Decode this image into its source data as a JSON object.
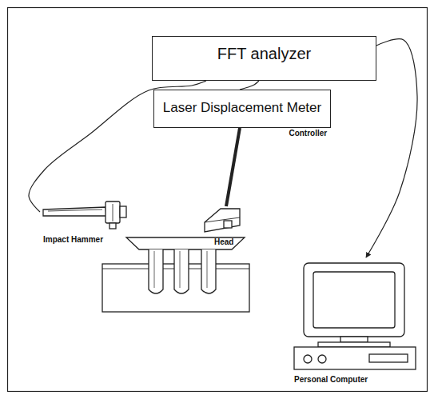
{
  "diagram": {
    "nodes": [
      {
        "text": [
          "FFT analyzer"
        ]
      },
      {
        "text": [
          "Laser Displacement Meter",
          "Controller"
        ]
      },
      {
        "text": [
          "Impact Hammer"
        ]
      },
      {
        "text": [
          "Head"
        ]
      },
      {
        "text": [
          "Personal Computer"
        ]
      }
    ],
    "edges": [
      {
        "from": 0,
        "to": 2,
        "arrow": "none"
      },
      {
        "from": 0,
        "to": 1,
        "arrow": "none"
      },
      {
        "from": 1,
        "to": 3,
        "arrow": "none"
      },
      {
        "from": 0,
        "to": 4,
        "arrow": "to"
      }
    ]
  }
}
